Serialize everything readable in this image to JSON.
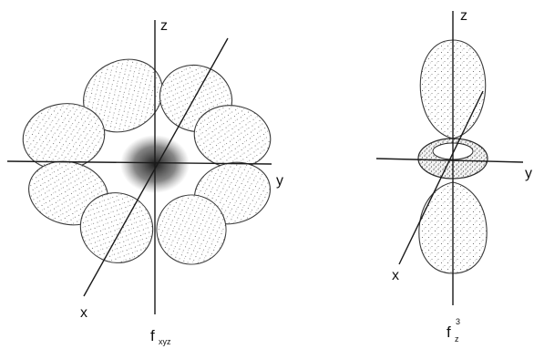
{
  "left_orbital": {
    "axes": {
      "z": "z",
      "y": "y",
      "x": "x"
    },
    "caption": {
      "main": "f",
      "sub": "xyz"
    }
  },
  "right_orbital": {
    "axes": {
      "z": "z",
      "y": "y",
      "x": "x"
    },
    "caption": {
      "main": "f",
      "sub": "z",
      "sup": "3"
    }
  }
}
